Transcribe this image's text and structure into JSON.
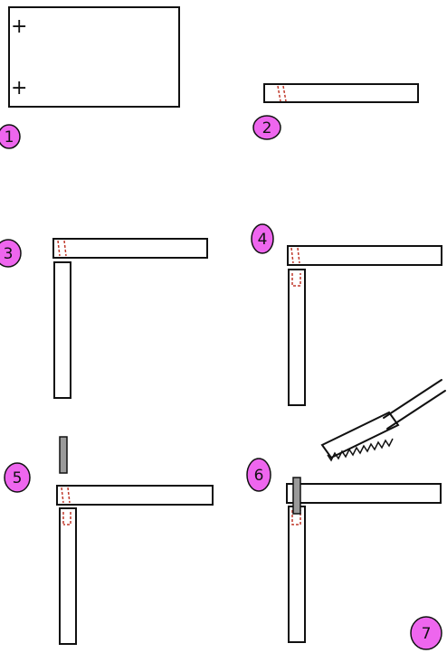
{
  "steps": [
    {
      "number": "1"
    },
    {
      "number": "2"
    },
    {
      "number": "3"
    },
    {
      "number": "4"
    },
    {
      "number": "5"
    },
    {
      "number": "6"
    },
    {
      "number": "7"
    }
  ],
  "marks": {
    "plus_top": "+",
    "plus_bottom": "+"
  },
  "colors": {
    "outline": "#111111",
    "badge_fill": "#ee66ee",
    "dowel_hole": "#c0392b",
    "dowel_fill": "#9a9a9a"
  },
  "icons": [
    "saw-icon"
  ]
}
